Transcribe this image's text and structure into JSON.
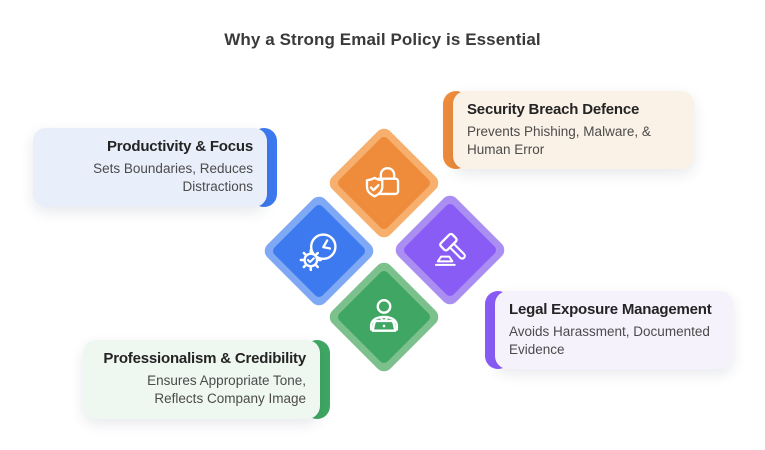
{
  "title": "Why a Strong Email Policy is Essential",
  "cards": {
    "security": {
      "title": "Security Breach Defence",
      "description": [
        "Prevents Phishing, Malware, &",
        "Human Error"
      ]
    },
    "productivity": {
      "title": "Productivity & Focus",
      "description": [
        "Sets Boundaries, Reduces",
        "Distractions"
      ]
    },
    "legal": {
      "title": "Legal Exposure Management",
      "description": [
        "Avoids Harassment, Documented",
        "Evidence"
      ]
    },
    "professionalism": {
      "title": "Professionalism & Credibility",
      "description": [
        "Ensures Appropriate Tone,",
        "Reflects Company Image"
      ]
    }
  },
  "icons": {
    "security": "shield-lock-icon",
    "productivity": "clock-gear-icon",
    "legal": "gavel-icon",
    "professionalism": "person-laptop-icon"
  },
  "colors": {
    "security": {
      "accent": "#EF8C3C",
      "light": "#F6AF6C",
      "card_bg": "#FAF2E6"
    },
    "productivity": {
      "accent": "#3D7AF0",
      "light": "#7FA9F4",
      "card_bg": "#E9EFFA"
    },
    "legal": {
      "accent": "#8A5CF6",
      "light": "#AB8EF2",
      "card_bg": "#F5F2FC"
    },
    "professionalism": {
      "accent": "#3FA763",
      "light": "#7CC08D",
      "card_bg": "#EFF7F1"
    }
  }
}
